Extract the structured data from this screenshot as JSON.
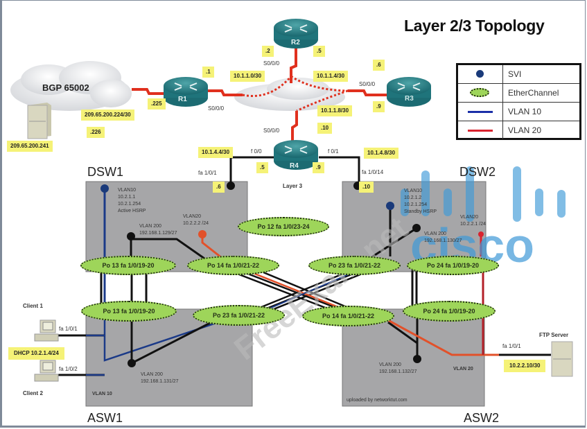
{
  "title": "Layer 2/3 Topology",
  "legend": {
    "items": [
      {
        "symbol": "svi-dot",
        "label": "SVI"
      },
      {
        "symbol": "etherchannel-ellipse",
        "label": "EtherChannel"
      },
      {
        "symbol": "blue-line",
        "label": "VLAN 10"
      },
      {
        "symbol": "red-line",
        "label": "VLAN  20"
      }
    ],
    "colors": {
      "svi": "#1a3a7a",
      "etherchannel": "#9ed55a",
      "vlan10": "#1b2fa8",
      "vlan20": "#d9232e"
    }
  },
  "cloud_bgp": {
    "label": "BGP 65002"
  },
  "server_bgp": {
    "ip": "209.65.200.241"
  },
  "routers": {
    "r1": {
      "name": "R1",
      "if_s000": "S0/0/0",
      "ip_left": ".225",
      "ip_right": ".1"
    },
    "r2": {
      "name": "R2",
      "if_s000": "S0/0/0",
      "ip_left": ".2",
      "ip_right": ".5"
    },
    "r3": {
      "name": "R3",
      "if_s000": "S0/0/0",
      "ip_top": ".6",
      "ip_bottom": ".9"
    },
    "r4": {
      "name": "R4",
      "if_s000": "S0/0/0",
      "if_f00": "f 0/0",
      "if_f01": "f 0/1",
      "ip_f00": ".5",
      "ip_f01": ".9",
      "ip_top": ".10",
      "layer_label": "Layer 3"
    }
  },
  "subnets": {
    "bgp_link": "209.65.200.224/30",
    "bgp_host": ".226",
    "r1_r2": "10.1.1.0/30",
    "r2_r3": "10.1.1.4/30",
    "r3_r4": "10.1.1.8/30",
    "r4_dsw1": "10.1.4.4/30",
    "r4_dsw2": "10.1.4.8/30"
  },
  "dsw1": {
    "name": "DSW1",
    "uplink_if": "fa 1/0/1",
    "uplink_ip": ".6",
    "vlan10": {
      "name": "VLAN10",
      "ip": "10.2.1.1",
      "vip": "10.2.1.254",
      "hsrp": "Active HSRP"
    },
    "vlan20": {
      "name": "VLAN20",
      "ip": "10.2.2.2 /24"
    },
    "vlan200": {
      "name": "VLAN 200",
      "ip": "192.168.1.129/27"
    }
  },
  "dsw2": {
    "name": "DSW2",
    "uplink_if": "fa 1/0/14",
    "uplink_ip": ".10",
    "vlan10": {
      "name": "VLAN10",
      "ip": "10.2.1.2",
      "vip": "10.2.1.254",
      "hsrp": "Standby HSRP"
    },
    "vlan20": {
      "name": "VLAN20",
      "ip": "10.2.2.1 /24"
    },
    "vlan200": {
      "name": "VLAN 200",
      "ip": "192.168.1.130/27"
    }
  },
  "asw1": {
    "name": "ASW1",
    "vlan200": {
      "name": "VLAN 200",
      "ip": "192.168.1.131/27"
    },
    "vlan10_label": "VLAN 10",
    "port_client1": "fa 1/0/1",
    "port_client2": "fa 1/0/2"
  },
  "asw2": {
    "name": "ASW2",
    "vlan200": {
      "name": "VLAN 200",
      "ip": "192.168.1.132/27"
    },
    "vlan20_label": "VLAN 20",
    "port_ftp": "fa 1/0/1",
    "credit": "uploaded by networktut.com"
  },
  "clients": {
    "client1": "Client 1",
    "client2": "Client 2",
    "dhcp": "DHCP 10.2.1.4/24"
  },
  "ftp_server": {
    "name": "FTP Server",
    "ip": "10.2.2.10/30"
  },
  "etherchannels": [
    {
      "id": "po12",
      "label": "Po 12  fa 1/0/23-24"
    },
    {
      "id": "po13-dsw1",
      "label": "Po 13  fa 1/0/19-20"
    },
    {
      "id": "po14-dsw1",
      "label": "Po 14  fa 1/0/21-22"
    },
    {
      "id": "po23-dsw2",
      "label": "Po 23  fa 1/0/21-22"
    },
    {
      "id": "po24-dsw2",
      "label": "Po 24  fa 1/0/19-20"
    },
    {
      "id": "po13-asw1",
      "label": "Po 13  fa 1/0/19-20"
    },
    {
      "id": "po23-asw1",
      "label": "Po 23  fa 1/0/21-22"
    },
    {
      "id": "po14-asw2",
      "label": "Po 14  fa 1/0/21-22"
    },
    {
      "id": "po24-asw2",
      "label": "Po 24  fa 1/0/19-20"
    }
  ],
  "watermarks": {
    "freeexam": "FreeExam.net",
    "cisco": "cisco"
  }
}
